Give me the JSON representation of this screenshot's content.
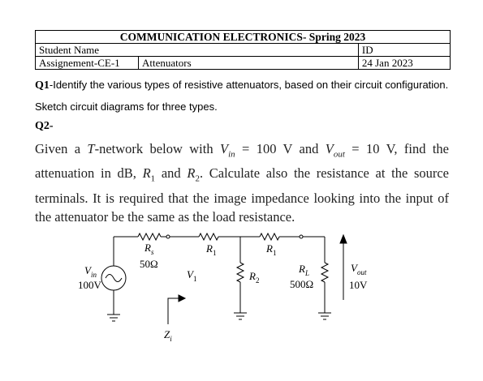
{
  "header": {
    "course_title": "COMMUNICATION ELECTRONICS- Spring 2023",
    "student_name_label": "Student Name",
    "id_label": "ID",
    "assignment": "Assignement-CE-1",
    "topic": "Attenuators",
    "date": "24 Jan 2023"
  },
  "q1": {
    "label": "Q1",
    "text": "-Identify the various types of resistive attenuators, based on their circuit configuration. Sketch circuit diagrams for three types."
  },
  "q2": {
    "label": "Q2-",
    "p_given": "Given a ",
    "p_T": "T",
    "p_network": "-network below with ",
    "p_V": "V",
    "p_in": "in",
    "p_eq1": " = 100 V and ",
    "p_out": "out",
    "p_eq2": " = 10 V, find the attenuation in dB, ",
    "p_R": "R",
    "p_one": "1",
    "p_and": " and ",
    "p_two": "2",
    "p_rest": ". Calculate also the resistance at the source terminals. It is required that the image impedance looking into the input of the attenuator be the same as the load resistance."
  },
  "circuit": {
    "rs_R": "R",
    "rs_sub": "s",
    "rs_value": "50Ω",
    "r1_R": "R",
    "r1_sub": "1",
    "r2_R": "R",
    "r2_sub": "2",
    "rl_R": "R",
    "rl_sub": "L",
    "rl_value": "500Ω",
    "vin_V": "V",
    "vin_sub": "in",
    "vin_value": "100V",
    "v1_V": "V",
    "v1_sub": "1",
    "vout_V": "V",
    "vout_sub": "out",
    "vout_value": "10V",
    "zi_Z": "Z",
    "zi_sub": "i"
  }
}
